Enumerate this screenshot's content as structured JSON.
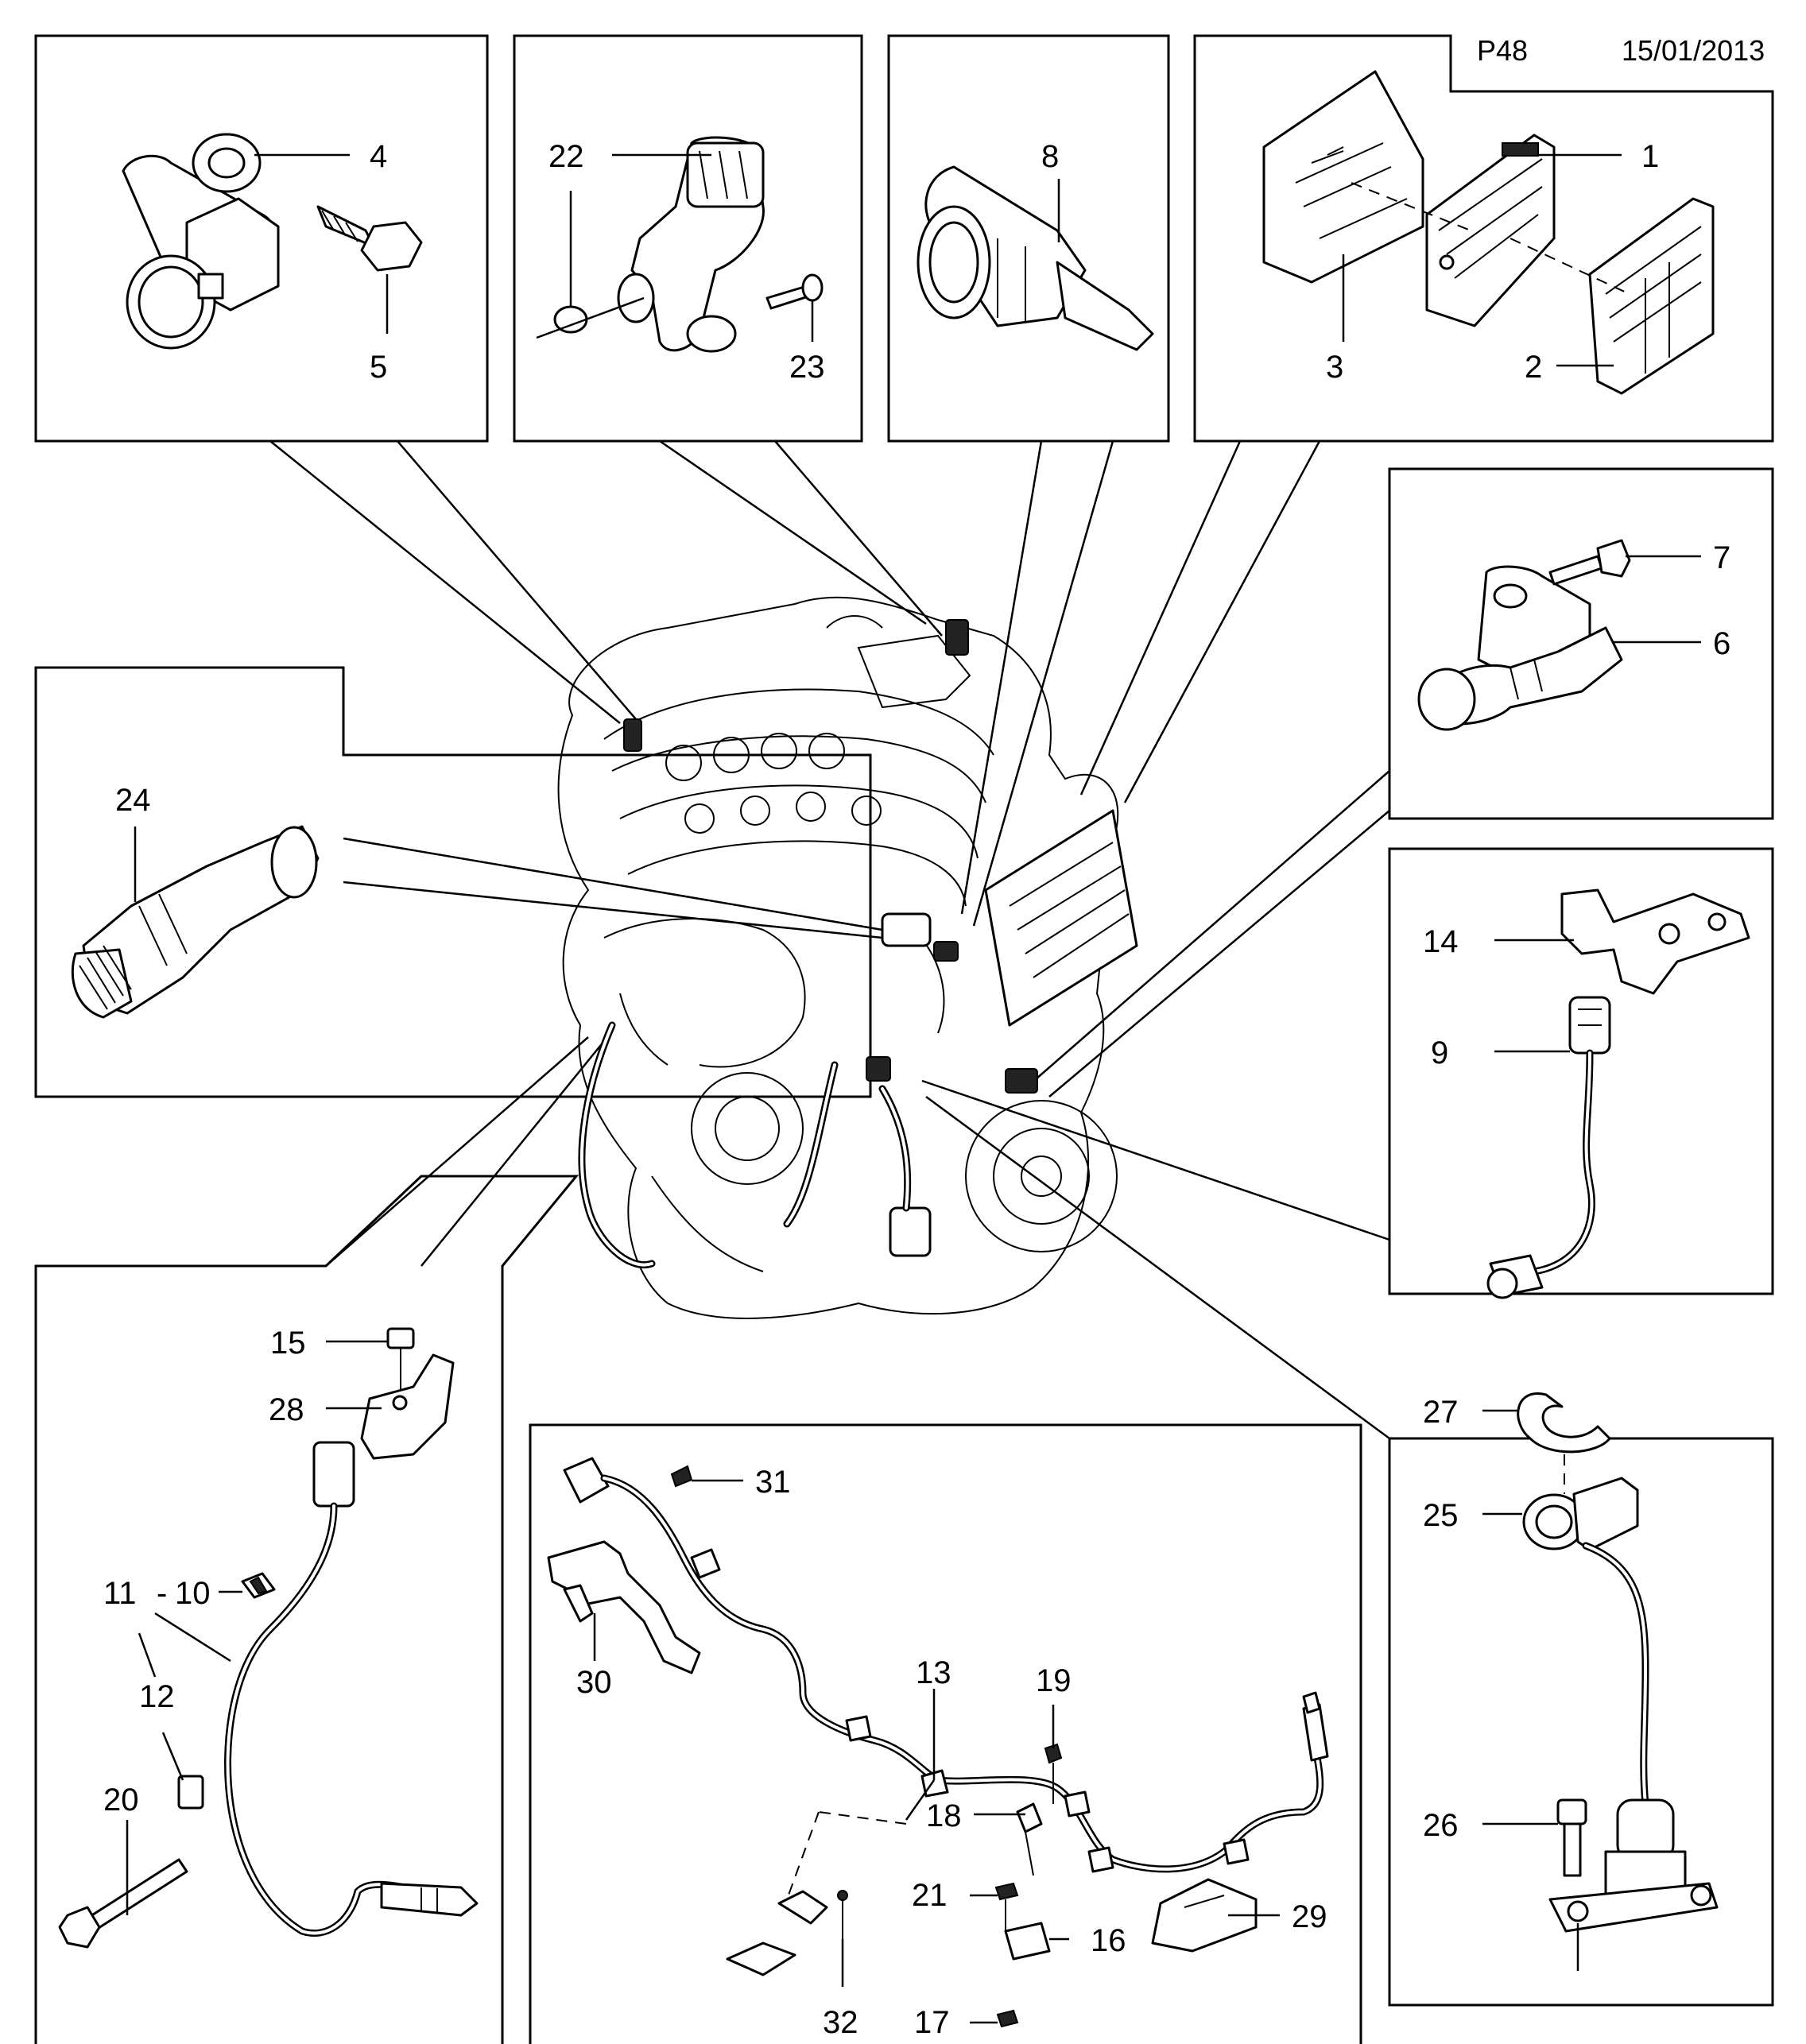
{
  "header": {
    "page_code": "P48",
    "date": "15/01/2013"
  },
  "callouts": {
    "c1": "1",
    "c2": "2",
    "c3": "3",
    "c4": "4",
    "c5": "5",
    "c6": "6",
    "c7": "7",
    "c8": "8",
    "c9": "9",
    "c10": "10",
    "c11": "11",
    "c12": "12",
    "c13": "13",
    "c14": "14",
    "c15": "15",
    "c16": "16",
    "c17": "17",
    "c18": "18",
    "c19": "19",
    "c20": "20",
    "c21": "21",
    "c22": "22",
    "c23": "23",
    "c24": "24",
    "c25": "25",
    "c26": "26",
    "c27": "27",
    "c28": "28",
    "c29": "29",
    "c30": "30",
    "c31": "31",
    "c32": "32"
  },
  "separator": "-"
}
